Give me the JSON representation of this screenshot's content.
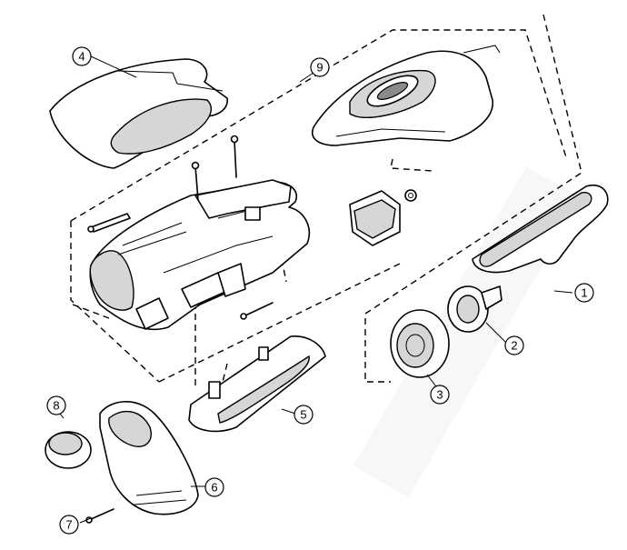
{
  "callouts": [
    {
      "id": "part-1",
      "label": "1"
    },
    {
      "id": "part-2",
      "label": "2"
    },
    {
      "id": "part-3",
      "label": "3"
    },
    {
      "id": "part-4",
      "label": "4"
    },
    {
      "id": "part-5",
      "label": "5"
    },
    {
      "id": "part-6",
      "label": "6"
    },
    {
      "id": "part-7",
      "label": "7"
    },
    {
      "id": "part-8",
      "label": "8"
    },
    {
      "id": "part-9",
      "label": "9"
    }
  ]
}
